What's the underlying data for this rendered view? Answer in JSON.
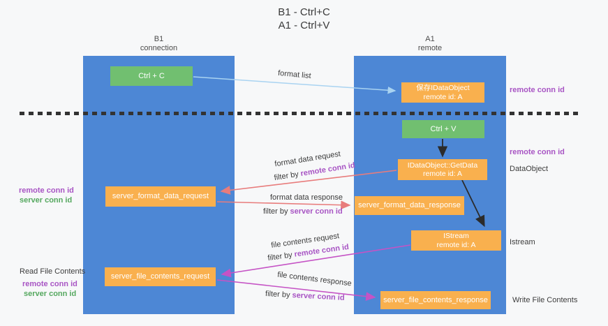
{
  "title": {
    "line1": "B1 - Ctrl+C",
    "line2": "A1 - Ctrl+V"
  },
  "columns": {
    "left": {
      "name": "B1",
      "role": "connection"
    },
    "right": {
      "name": "A1",
      "role": "remote"
    }
  },
  "boxes": {
    "ctrl_c": {
      "label": "Ctrl + C"
    },
    "ctrl_v": {
      "label": "Ctrl + V"
    },
    "save_dataobject": {
      "line1": "保存IDataObject",
      "line2": "remote id: A"
    },
    "getdata": {
      "line1": "IDataObject::GetData",
      "line2": "remote id: A"
    },
    "istream": {
      "line1": "IStream",
      "line2": "remote id: A"
    },
    "format_request": {
      "label": "server_format_data_request"
    },
    "format_response": {
      "label": "server_format_data_response"
    },
    "file_request": {
      "label": "server_file_contents_request"
    },
    "file_response": {
      "label": "server_file_contents_response"
    }
  },
  "flow_labels": {
    "format_list": "format list",
    "format_data_request": "format data request",
    "format_data_response": "format data response",
    "file_contents_request": "file contents request",
    "file_contents_response": "file contents response",
    "filter_by": "filter by",
    "remote_conn_id": "remote conn id",
    "server_conn_id": "server conn id"
  },
  "side_labels": {
    "left_remote_conn_id": "remote conn id",
    "left_server_conn_id": "server conn id",
    "read_file_contents": "Read File Contents",
    "left_remote_conn_id_2": "remote conn id",
    "left_server_conn_id_2": "server conn id",
    "right_remote_conn_id_1": "remote conn id",
    "right_remote_conn_id_2": "remote conn id",
    "dataobject": "DataObject",
    "istream": "Istream",
    "write_file_contents": "Write File Contents"
  },
  "colors": {
    "background": "#f7f8f9",
    "column_blue": "#4d87d5",
    "box_green": "#71bf70",
    "box_orange": "#f9b04e",
    "arrow_light_blue": "#a9d3f1",
    "arrow_red": "#e87c7c",
    "arrow_magenta": "#c553c5",
    "arrow_black": "#2b2b2b",
    "text_purple": "#a855c4",
    "text_green": "#55a85f",
    "divider_dark": "#333333"
  }
}
